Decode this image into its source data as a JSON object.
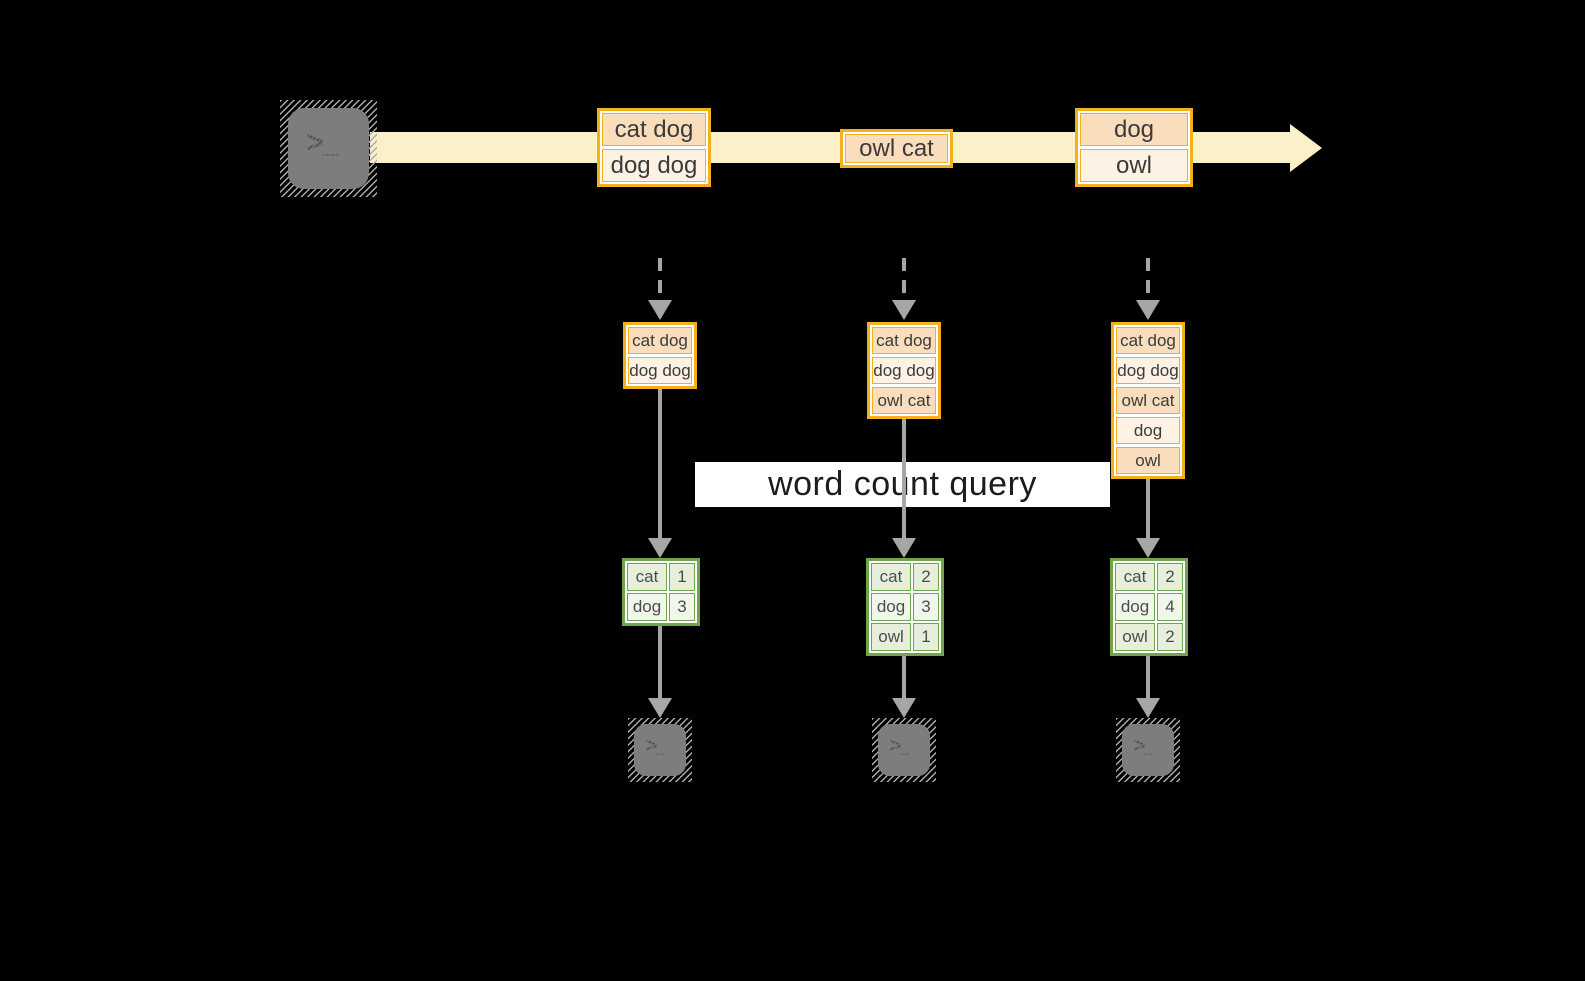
{
  "query_label": "word count query",
  "icons": {
    "terminal_prompt": ">_"
  },
  "timeline": {
    "events": [
      {
        "rows": [
          "cat dog",
          "dog dog"
        ]
      },
      {
        "rows": [
          "owl cat"
        ]
      },
      {
        "rows": [
          "dog",
          "owl"
        ]
      }
    ]
  },
  "workers": [
    {
      "buffer": [
        "cat dog",
        "dog dog"
      ],
      "counts": [
        {
          "word": "cat",
          "value": "1"
        },
        {
          "word": "dog",
          "value": "3"
        }
      ]
    },
    {
      "buffer": [
        "cat dog",
        "dog dog",
        "owl cat"
      ],
      "counts": [
        {
          "word": "cat",
          "value": "2"
        },
        {
          "word": "dog",
          "value": "3"
        },
        {
          "word": "owl",
          "value": "1"
        }
      ]
    },
    {
      "buffer": [
        "cat dog",
        "dog dog",
        "owl cat",
        "dog",
        "owl"
      ],
      "counts": [
        {
          "word": "cat",
          "value": "2"
        },
        {
          "word": "dog",
          "value": "4"
        },
        {
          "word": "owl",
          "value": "2"
        }
      ]
    }
  ],
  "colors": {
    "background": "#000000",
    "stream_band": "#FBF0C7",
    "event_border": "#F2B01D",
    "event_fill_dark": "#FADDBC",
    "event_fill_light": "#FDF2E4",
    "table_border": "#70A64A",
    "table_fill_dark": "#E6EFDA",
    "table_fill_light": "#F1F6EB",
    "arrow_gray": "#A6A6A6",
    "terminal_gray": "#7D7D7D",
    "label_bg": "#FFFFFF",
    "label_text": "#1C1C1C"
  }
}
